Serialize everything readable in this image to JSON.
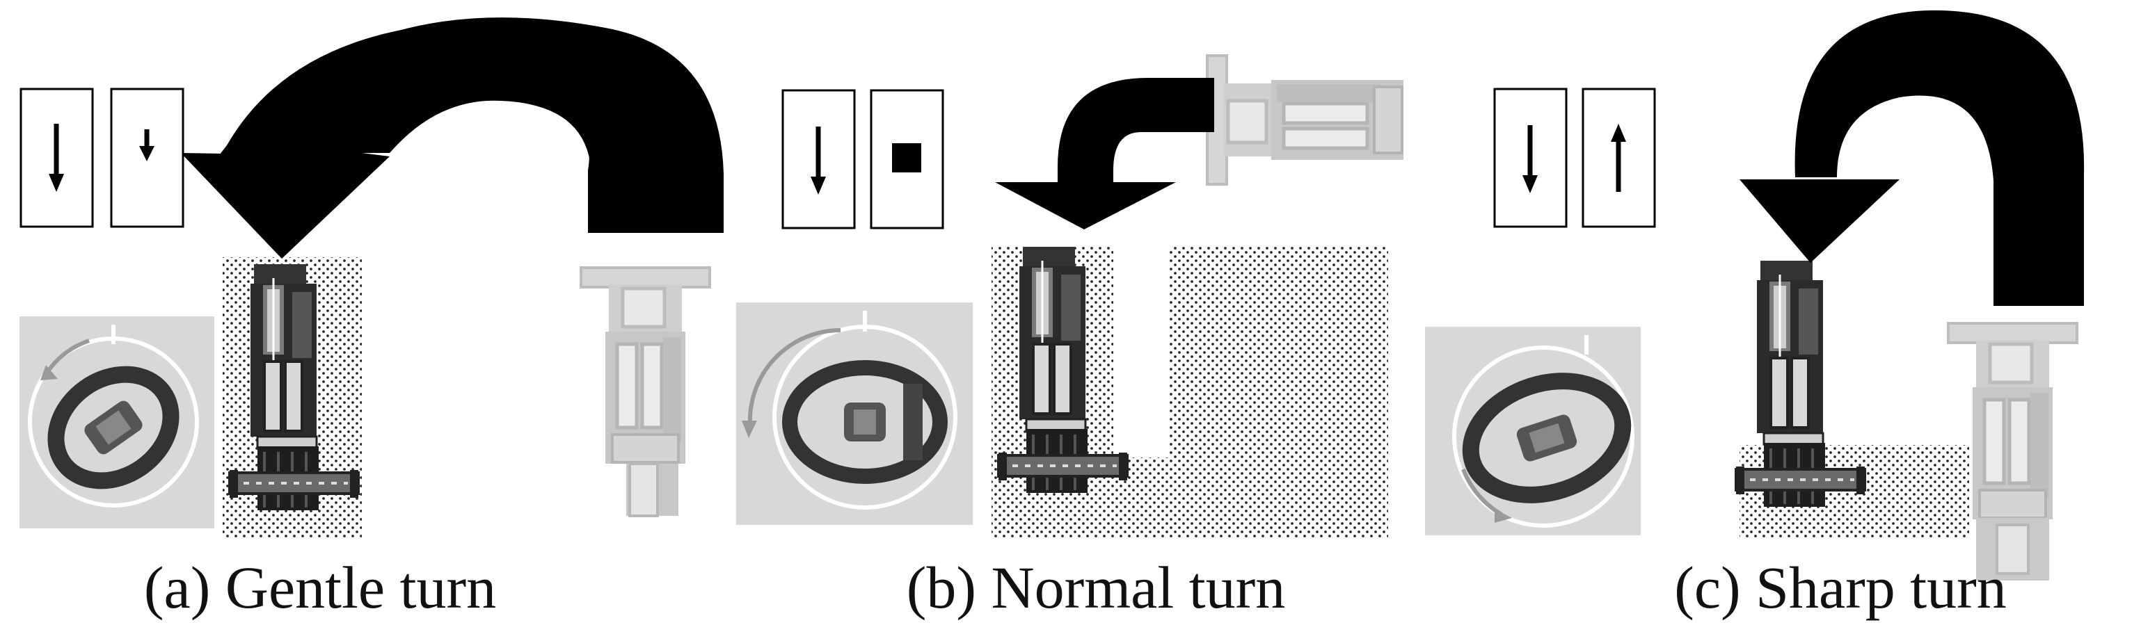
{
  "panels": [
    {
      "id": "a",
      "caption": "(a) Gentle turn",
      "left_track_cue": "down-long",
      "right_track_cue": "down-short"
    },
    {
      "id": "b",
      "caption": "(b) Normal turn",
      "left_track_cue": "down-long",
      "right_track_cue": "stop-square"
    },
    {
      "id": "c",
      "caption": "(c) Sharp turn",
      "left_track_cue": "down-long",
      "right_track_cue": "up-long"
    }
  ],
  "colors": {
    "arrow": "#000000",
    "ghost_robot": "#c9c9c9",
    "robot": "#1f1f1f",
    "dial_bg": "#d9d9d9",
    "dots": "#333333"
  },
  "icons": [
    "turn-arrow-icon",
    "down-arrow-icon",
    "up-arrow-icon",
    "stop-square-icon",
    "robot-topview-icon",
    "rotation-dial-icon"
  ]
}
